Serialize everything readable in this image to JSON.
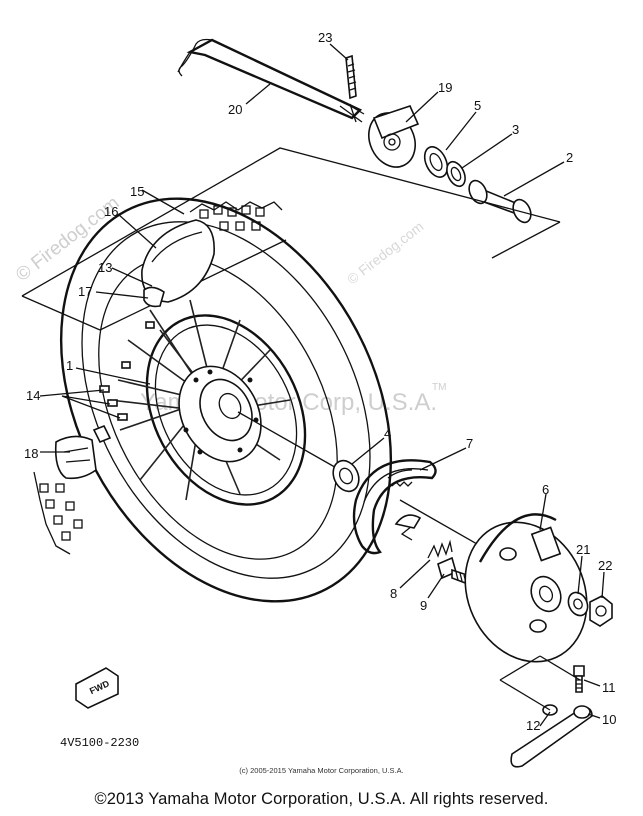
{
  "diagram": {
    "part_numbers": [
      "1",
      "2",
      "3",
      "4",
      "5",
      "6",
      "7",
      "8",
      "9",
      "10",
      "11",
      "12",
      "13",
      "14",
      "15",
      "16",
      "17",
      "18",
      "19",
      "20",
      "21",
      "22",
      "23"
    ],
    "fwd_marker": "FWD",
    "drawing_code": "4V5100-2230",
    "watermark_logo": "© Firedog.com",
    "watermark_brand": "Yamaha Motor Corp, U.S.A.",
    "watermark_tm": "TM"
  },
  "footer": {
    "small_copyright": "(c) 2005-2015 Yamaha Motor Corporation, U.S.A.",
    "main_copyright": "©2013 Yamaha Motor Corporation, U.S.A. All rights reserved."
  }
}
